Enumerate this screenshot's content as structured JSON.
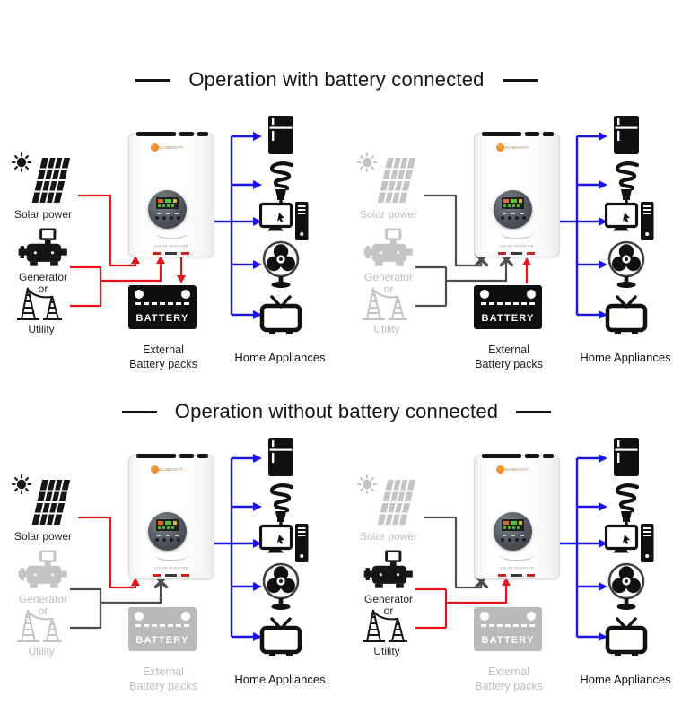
{
  "titles": {
    "with_battery": "Operation with battery connected",
    "without_battery": "Operation without battery connected"
  },
  "colors": {
    "wire_red": "#e8121a",
    "wire_blue": "#1a15e6",
    "wire_gray": "#4d4d4d",
    "inactive": "#c4c4c4",
    "battery_black": "#0e0e0e",
    "battery_gray": "#b9bab9",
    "logo_orange": "#ee8a2a"
  },
  "quadrants": [
    {
      "name": "with-battery-normal",
      "labels": {
        "solar": "Solar power",
        "generator": "Generator",
        "or": "or",
        "utility": "Utility",
        "battery": "BATTERY",
        "external_1": "External",
        "external_2": "Battery packs",
        "appliances": "Home Appliances"
      },
      "inverter": {
        "brand": "SUNBOOST",
        "caption": "SOLAR INVERTER"
      },
      "states": {
        "solar": "on",
        "grid": "on",
        "battery": "on",
        "battery_link": "charge"
      }
    },
    {
      "name": "with-battery-backup",
      "labels": {
        "solar": "Solar power",
        "generator": "Generator",
        "or": "or",
        "utility": "Utility",
        "battery": "BATTERY",
        "external_1": "External",
        "external_2": "Battery packs",
        "appliances": "Home Appliances"
      },
      "inverter": {
        "brand": "SUNBOOST",
        "caption": "SOLAR INVERTER"
      },
      "states": {
        "solar": "off",
        "grid": "off",
        "battery": "on",
        "battery_link": "discharge"
      }
    },
    {
      "name": "without-battery-solar",
      "labels": {
        "solar": "Solar power",
        "generator": "Generator",
        "or": "or",
        "utility": "Utility",
        "battery": "BATTERY",
        "external_1": "External",
        "external_2": "Battery packs",
        "appliances": "Home Appliances"
      },
      "inverter": {
        "brand": "SUNBOOST",
        "caption": "SOLAR INVERTER"
      },
      "states": {
        "solar": "on",
        "grid": "off",
        "battery": "off",
        "battery_link": "none"
      }
    },
    {
      "name": "without-battery-utility",
      "labels": {
        "solar": "Solar power",
        "generator": "Generator",
        "or": "or",
        "utility": "Utility",
        "battery": "BATTERY",
        "external_1": "External",
        "external_2": "Battery packs",
        "appliances": "Home Appliances"
      },
      "inverter": {
        "brand": "SUNBOOST",
        "caption": "SOLAR INVERTER"
      },
      "states": {
        "solar": "off",
        "grid": "on",
        "battery": "off",
        "battery_link": "none"
      }
    }
  ]
}
